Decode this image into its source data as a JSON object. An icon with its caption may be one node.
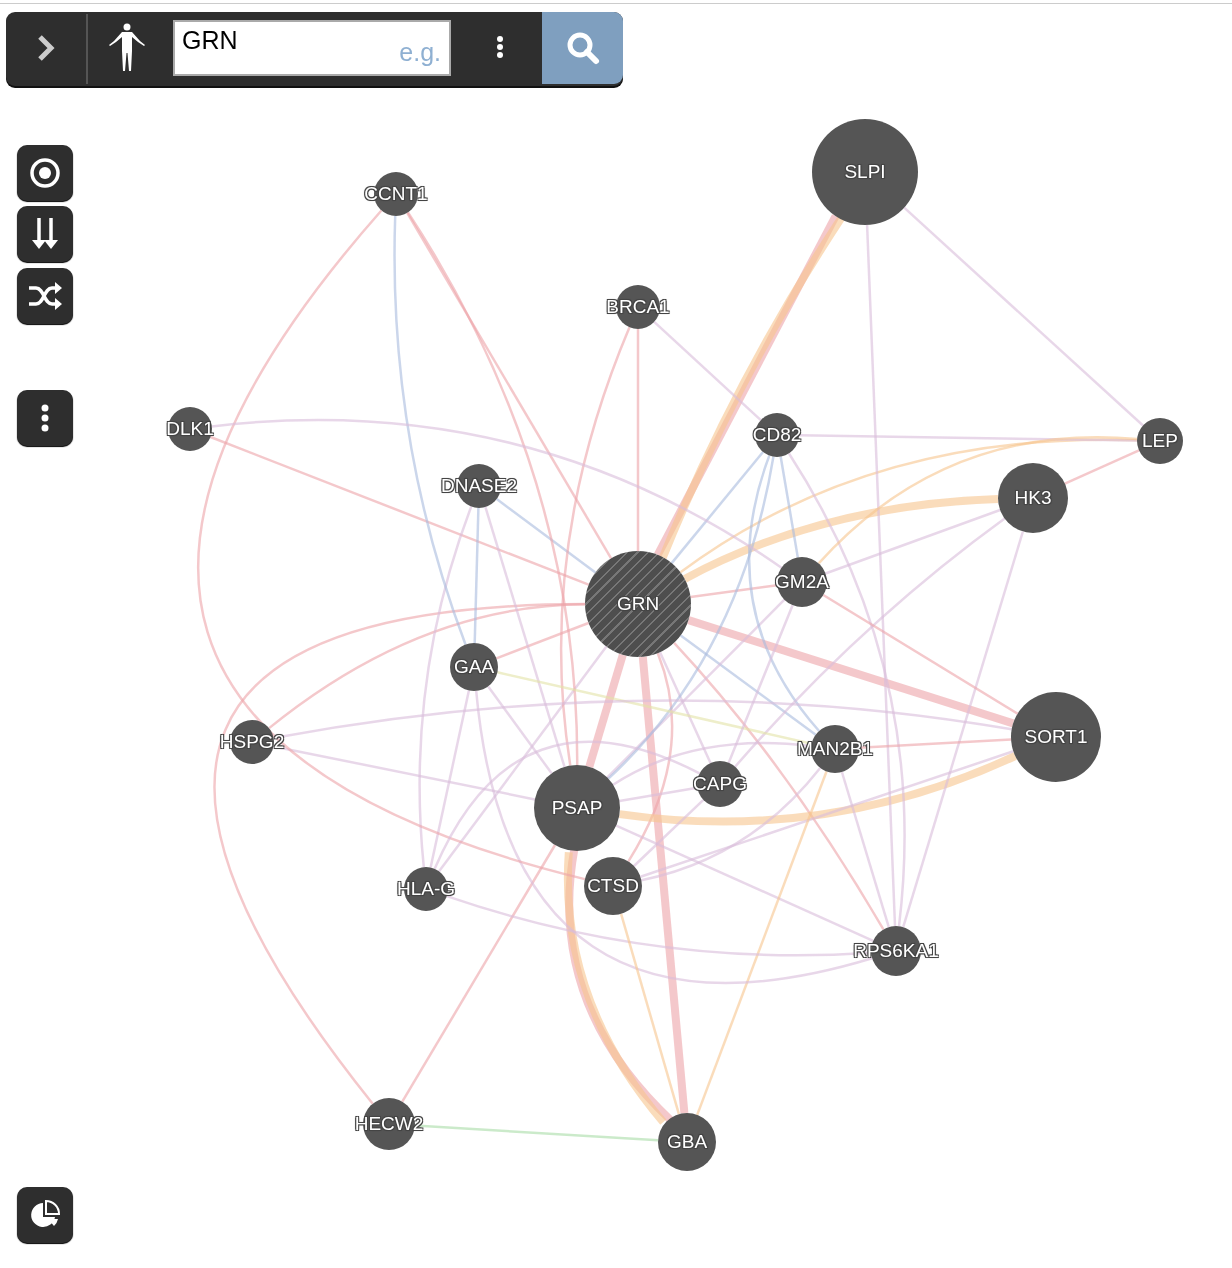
{
  "diagram": {
    "nodes": [
      {
        "text": [
          "GRN"
        ]
      },
      {
        "text": [
          "SLPI"
        ]
      },
      {
        "text": [
          "CCNT1"
        ]
      },
      {
        "text": [
          "BRCA1"
        ]
      },
      {
        "text": [
          "DLK1"
        ]
      },
      {
        "text": [
          "CD82"
        ]
      },
      {
        "text": [
          "LEP"
        ]
      },
      {
        "text": [
          "DNASE2"
        ]
      },
      {
        "text": [
          "HK3"
        ]
      },
      {
        "text": [
          "GM2A"
        ]
      },
      {
        "text": [
          "GAA"
        ]
      },
      {
        "text": [
          "HSPG2"
        ]
      },
      {
        "text": [
          "SORT1"
        ]
      },
      {
        "text": [
          "MAN2B1"
        ]
      },
      {
        "text": [
          "CAPG"
        ]
      },
      {
        "text": [
          "PSAP"
        ]
      },
      {
        "text": [
          "HLA-G"
        ]
      },
      {
        "text": [
          "CTSD"
        ]
      },
      {
        "text": [
          "RPS6KA1"
        ]
      },
      {
        "text": [
          "HECW2"
        ]
      },
      {
        "text": [
          "GBA"
        ]
      }
    ],
    "edges": [
      {
        "from": 0,
        "to": 1,
        "arrow": "none",
        "style": "thick"
      },
      {
        "from": 0,
        "to": 1,
        "arrow": "none",
        "style": "thick",
        "color": "#f6c48e"
      },
      {
        "from": 0,
        "to": 2,
        "arrow": "none"
      },
      {
        "from": 0,
        "to": 3,
        "arrow": "none"
      },
      {
        "from": 0,
        "to": 4,
        "arrow": "none"
      },
      {
        "from": 0,
        "to": 5,
        "arrow": "none",
        "color": "#a9bbdd"
      },
      {
        "from": 0,
        "to": 6,
        "arrow": "none",
        "color": "#f6c48e"
      },
      {
        "from": 0,
        "to": 7,
        "arrow": "none",
        "color": "#a9bbdd"
      },
      {
        "from": 0,
        "to": 8,
        "arrow": "none",
        "style": "thick",
        "color": "#f6c48e"
      },
      {
        "from": 0,
        "to": 9,
        "arrow": "none"
      },
      {
        "from": 0,
        "to": 10,
        "arrow": "none"
      },
      {
        "from": 0,
        "to": 11,
        "arrow": "none"
      },
      {
        "from": 0,
        "to": 12,
        "arrow": "none",
        "style": "thick"
      },
      {
        "from": 0,
        "to": 13,
        "arrow": "none",
        "color": "#a9bbdd"
      },
      {
        "from": 0,
        "to": 14,
        "arrow": "none",
        "color": "#d8bcdb"
      },
      {
        "from": 0,
        "to": 15,
        "arrow": "none",
        "style": "thick"
      },
      {
        "from": 0,
        "to": 16,
        "arrow": "none",
        "color": "#d8bcdb"
      },
      {
        "from": 0,
        "to": 17,
        "arrow": "none"
      },
      {
        "from": 0,
        "to": 18,
        "arrow": "none"
      },
      {
        "from": 0,
        "to": 19,
        "arrow": "none"
      },
      {
        "from": 0,
        "to": 20,
        "arrow": "none",
        "style": "thick"
      },
      {
        "from": 15,
        "to": 20,
        "arrow": "none",
        "style": "thick"
      },
      {
        "from": 15,
        "to": 20,
        "arrow": "none",
        "style": "thick",
        "color": "#f6c48e"
      },
      {
        "from": 15,
        "to": 12,
        "arrow": "none",
        "style": "thick",
        "color": "#f6c48e"
      },
      {
        "from": 15,
        "to": 2,
        "arrow": "none"
      },
      {
        "from": 15,
        "to": 3,
        "arrow": "none"
      },
      {
        "from": 15,
        "to": 9,
        "arrow": "none",
        "color": "#d8bcdb"
      },
      {
        "from": 15,
        "to": 10,
        "arrow": "none",
        "color": "#d8bcdb"
      },
      {
        "from": 15,
        "to": 7,
        "arrow": "none",
        "color": "#d8bcdb"
      },
      {
        "from": 15,
        "to": 11,
        "arrow": "none",
        "color": "#d8bcdb"
      },
      {
        "from": 15,
        "to": 13,
        "arrow": "none",
        "color": "#d8bcdb"
      },
      {
        "from": 15,
        "to": 14,
        "arrow": "none",
        "color": "#d8bcdb"
      },
      {
        "from": 15,
        "to": 18,
        "arrow": "none",
        "color": "#d8bcdb"
      },
      {
        "from": 15,
        "to": 19,
        "arrow": "none"
      },
      {
        "from": 15,
        "to": 5,
        "arrow": "none",
        "color": "#a9bbdd"
      },
      {
        "from": 1,
        "to": 6,
        "arrow": "none",
        "color": "#d8bcdb"
      },
      {
        "from": 1,
        "to": 18,
        "arrow": "none",
        "color": "#d8bcdb"
      },
      {
        "from": 3,
        "to": 5,
        "arrow": "none",
        "color": "#d8bcdb"
      },
      {
        "from": 5,
        "to": 6,
        "arrow": "none",
        "color": "#d8bcdb"
      },
      {
        "from": 5,
        "to": 13,
        "arrow": "none",
        "color": "#a9bbdd"
      },
      {
        "from": 5,
        "to": 18,
        "arrow": "none",
        "color": "#d8bcdb"
      },
      {
        "from": 5,
        "to": 9,
        "arrow": "none",
        "color": "#a9bbdd"
      },
      {
        "from": 6,
        "to": 8,
        "arrow": "none"
      },
      {
        "from": 6,
        "to": 9,
        "arrow": "none",
        "color": "#f6c48e"
      },
      {
        "from": 8,
        "to": 9,
        "arrow": "none",
        "color": "#d8bcdb"
      },
      {
        "from": 8,
        "to": 18,
        "arrow": "none",
        "color": "#d8bcdb"
      },
      {
        "from": 8,
        "to": 14,
        "arrow": "none",
        "color": "#d8bcdb"
      },
      {
        "from": 12,
        "to": 9,
        "arrow": "none"
      },
      {
        "from": 12,
        "to": 13,
        "arrow": "none"
      },
      {
        "from": 12,
        "to": 17,
        "arrow": "none",
        "color": "#d8bcdb"
      },
      {
        "from": 13,
        "to": 17,
        "arrow": "none",
        "color": "#d8bcdb"
      },
      {
        "from": 13,
        "to": 18,
        "arrow": "none",
        "color": "#d8bcdb"
      },
      {
        "from": 13,
        "to": 20,
        "arrow": "none",
        "color": "#f6c48e"
      },
      {
        "from": 13,
        "to": 10,
        "arrow": "none",
        "color": "#e2e2a6"
      },
      {
        "from": 10,
        "to": 7,
        "arrow": "none",
        "color": "#a9bbdd"
      },
      {
        "from": 10,
        "to": 16,
        "arrow": "none",
        "color": "#d8bcdb"
      },
      {
        "from": 10,
        "to": 18,
        "arrow": "none",
        "color": "#d8bcdb"
      },
      {
        "from": 11,
        "to": 12,
        "arrow": "none",
        "color": "#d8bcdb"
      },
      {
        "from": 7,
        "to": 16,
        "arrow": "none",
        "color": "#d8bcdb"
      },
      {
        "from": 2,
        "to": 10,
        "arrow": "none",
        "color": "#a9bbdd"
      },
      {
        "from": 2,
        "to": 17,
        "arrow": "none"
      },
      {
        "from": 4,
        "to": 9,
        "arrow": "none",
        "color": "#d8bcdb"
      },
      {
        "from": 16,
        "to": 14,
        "arrow": "none",
        "color": "#d8bcdb"
      },
      {
        "from": 16,
        "to": 18,
        "arrow": "none",
        "color": "#d8bcdb"
      },
      {
        "from": 17,
        "to": 14,
        "arrow": "none",
        "color": "#d8bcdb"
      },
      {
        "from": 19,
        "to": 20,
        "arrow": "none",
        "color": "#a8dca6"
      },
      {
        "from": 20,
        "to": 17,
        "arrow": "none",
        "color": "#f6c48e"
      },
      {
        "from": 14,
        "to": 9,
        "arrow": "none",
        "color": "#d8bcdb"
      }
    ],
    "labels": [
      "GRN",
      "e.g."
    ]
  }
}
